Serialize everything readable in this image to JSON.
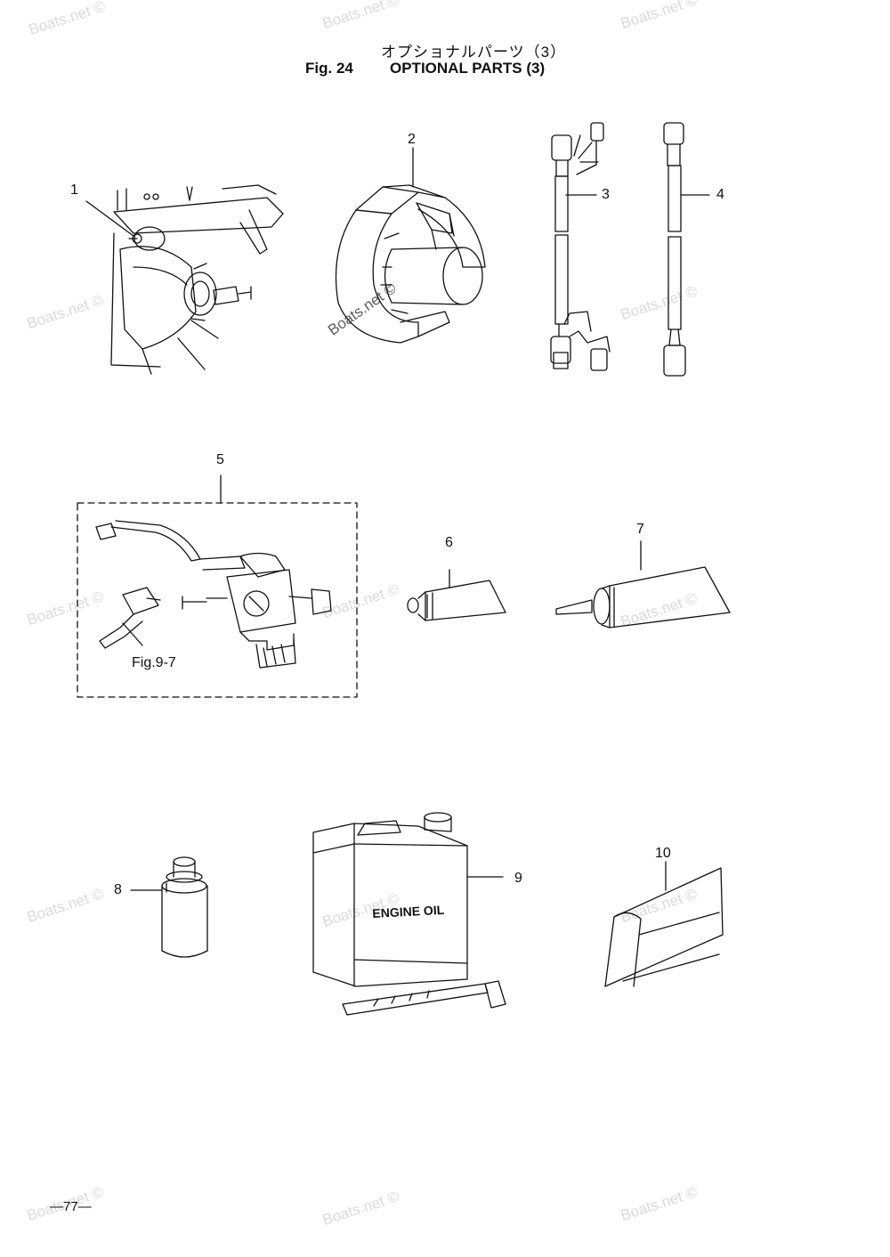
{
  "header": {
    "title_jp": "オプショナルパーツ（3）",
    "fig_number": "Fig. 24",
    "fig_title": "OPTIONAL PARTS (3)"
  },
  "callouts": [
    "1",
    "2",
    "3",
    "4",
    "5",
    "6",
    "7",
    "8",
    "9",
    "10"
  ],
  "figure_reference": "Fig.9-7",
  "labels": {
    "engine_oil_can": "ENGINE OIL"
  },
  "page_number": "—77—",
  "watermark": "Boats.net ©"
}
